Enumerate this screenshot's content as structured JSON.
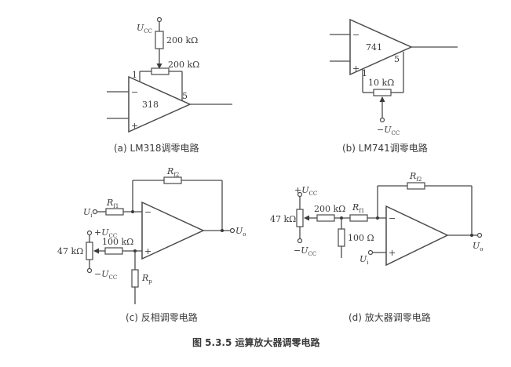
{
  "figure_title": "图 5.3.5   运算放大器调零电路",
  "a": {
    "caption": "(a) LM318调零电路",
    "ucc": "U",
    "ucc_sub": "CC",
    "r1": "200 kΩ",
    "r2": "200 kΩ",
    "opamp": "318",
    "pin1": "1",
    "pin5": "5",
    "minus": "−",
    "plus": "+"
  },
  "b": {
    "caption": "(b) LM741调零电路",
    "opamp": "741",
    "pin1": "1",
    "pin5": "5",
    "minus": "−",
    "plus": "+",
    "pot": "10 kΩ",
    "vee": "−U",
    "vee_sub": "CC"
  },
  "c": {
    "caption": "(c) 反相调零电路",
    "rf1": "R",
    "rf1_sub": "f1",
    "rf2": "R",
    "rf2_sub": "f2",
    "ui": "U",
    "ui_sub": "i",
    "uo": "U",
    "uo_sub": "o",
    "vcc": "+U",
    "vcc_sub": "CC",
    "vee": "−U",
    "vee_sub": "CC",
    "pot": "47 kΩ",
    "r100": "100 kΩ",
    "rp": "R",
    "rp_sub": "p",
    "minus": "−",
    "plus": "+"
  },
  "d": {
    "caption": "(d) 放大器调零电路",
    "vcc": "+U",
    "vcc_sub": "CC",
    "vee": "−U",
    "vee_sub": "CC",
    "pot": "47 kΩ",
    "r200": "200 kΩ",
    "rf1": "R",
    "rf1_sub": "f1",
    "rf2": "R",
    "rf2_sub": "f2",
    "r100": "100 Ω",
    "ui": "U",
    "ui_sub": "i",
    "uo": "U",
    "uo_sub": "o",
    "minus": "−",
    "plus": "+"
  }
}
